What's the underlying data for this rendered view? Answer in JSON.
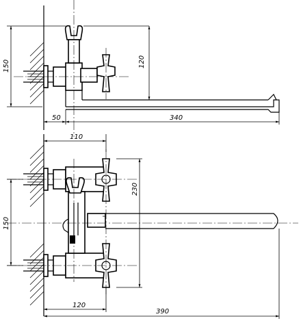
{
  "drawing": {
    "top_view": {
      "dim_height_total": "150",
      "dim_spout_height": "120",
      "dim_wall_offset": "50",
      "dim_spout_length": "340",
      "dim_handle_offset": "110"
    },
    "front_view": {
      "dim_inlet_spacing": "150",
      "dim_handle_spacing": "230",
      "dim_mixer_offset": "120",
      "dim_total_reach": "390"
    }
  },
  "colors": {
    "line": "#000000",
    "background": "#ffffff",
    "fill_block": "#000000"
  }
}
